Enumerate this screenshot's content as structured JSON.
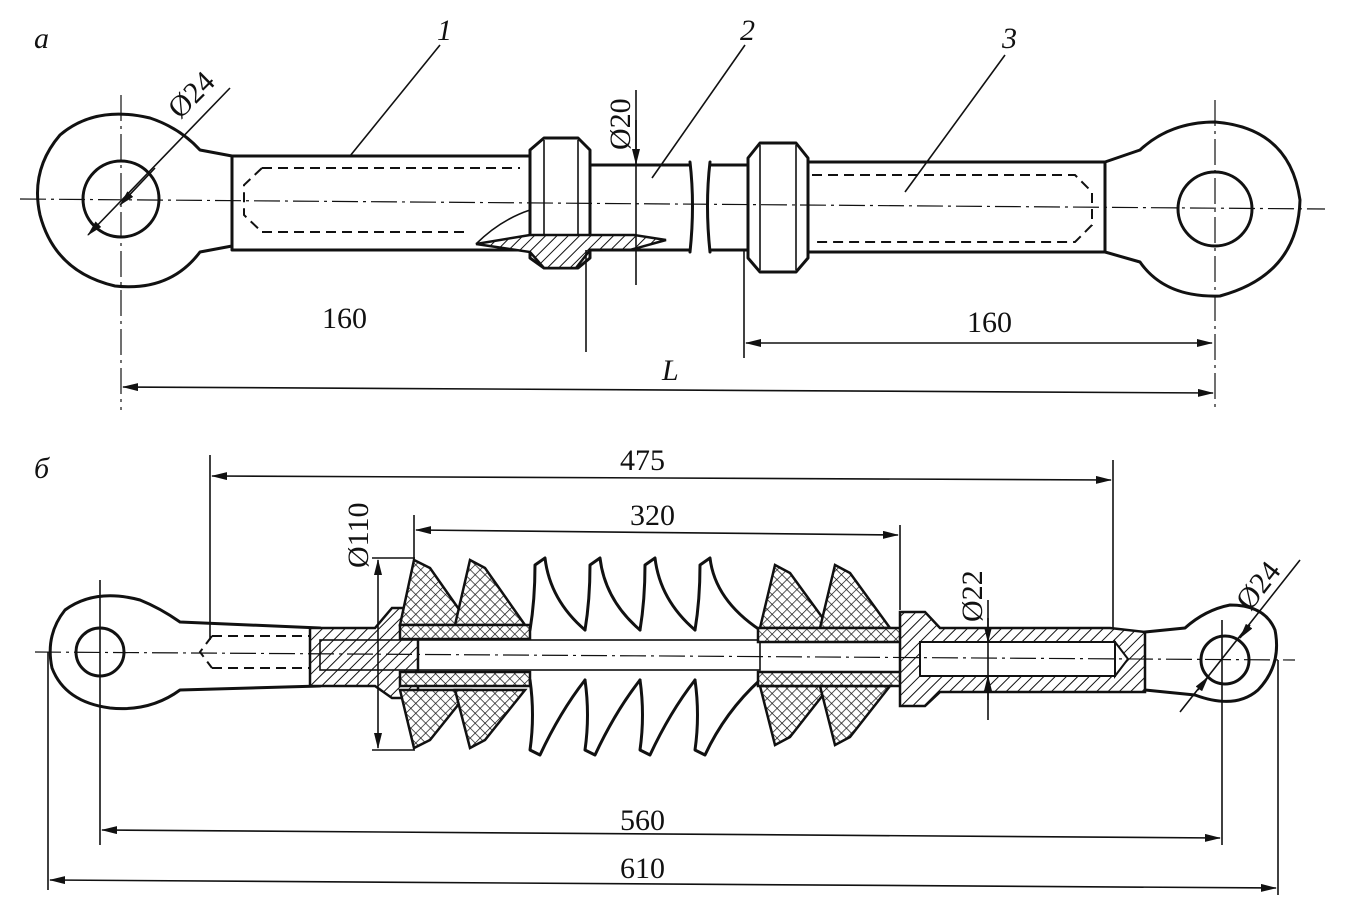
{
  "figure_a": {
    "label": "а",
    "callouts": [
      "1",
      "2",
      "3"
    ],
    "dims": {
      "eye_diameter": "Ø24",
      "rod_diameter": "Ø20",
      "left_length": "160",
      "right_length": "160",
      "total_length": "L"
    }
  },
  "figure_b": {
    "label": "б",
    "dims": {
      "d_475": "475",
      "d_320": "320",
      "shed_diameter": "Ø110",
      "rod_diameter": "Ø22",
      "eye_diameter": "Ø24",
      "d_560": "560",
      "d_610": "610"
    }
  }
}
